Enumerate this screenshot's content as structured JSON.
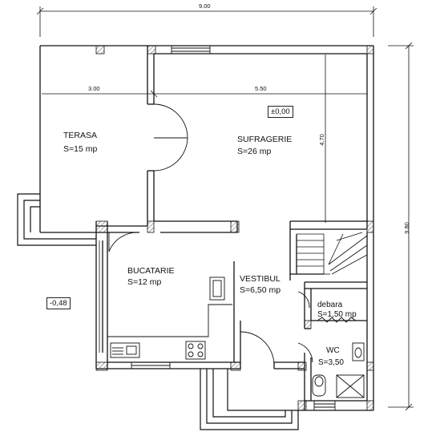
{
  "dimensions": {
    "total_width": "9.00",
    "total_depth": "9.80",
    "terrace_width": "3.00",
    "living_width": "5.50",
    "living_depth": "4.70"
  },
  "levels": {
    "interior": "±0,00",
    "exterior": "-0,48"
  },
  "rooms": {
    "terasa": {
      "name": "TERASA",
      "area": "S=15 mp"
    },
    "sufragerie": {
      "name": "SUFRAGERIE",
      "area": "S=26 mp"
    },
    "bucatarie": {
      "name": "BUCATARIE",
      "area": "S=12 mp"
    },
    "vestibul": {
      "name": "VESTIBUL",
      "area": "S=6,50 mp"
    },
    "debara": {
      "name": "debara",
      "area": "S=1,50 mp"
    },
    "wc": {
      "name": "WC",
      "area": "S=3,50"
    }
  },
  "colors": {
    "line": "#111111",
    "hatch": "#555555",
    "background": "#ffffff"
  }
}
